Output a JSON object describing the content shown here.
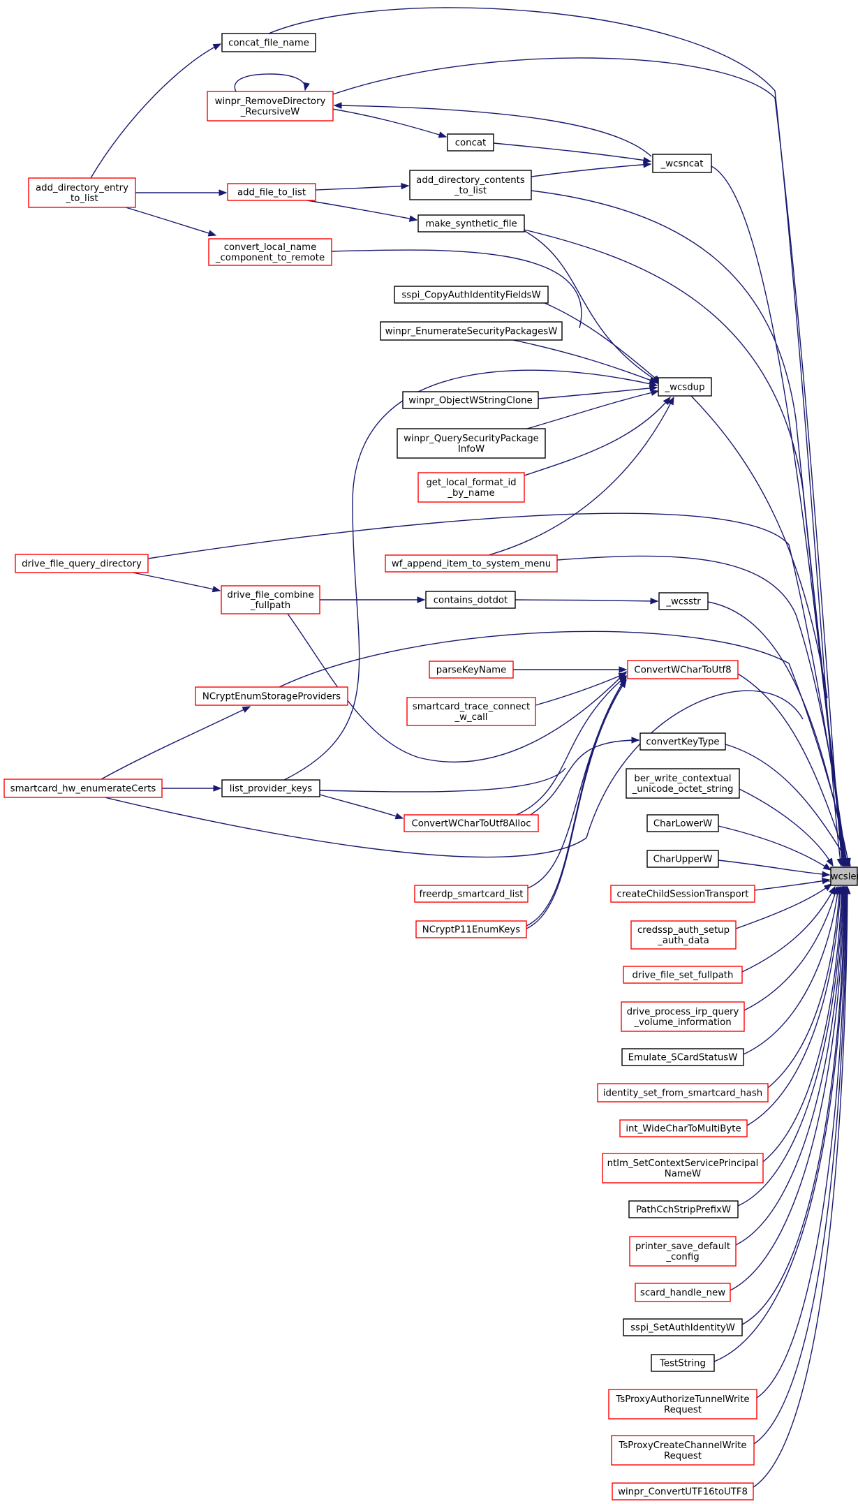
{
  "nodes": [
    {
      "id": "concat_file_name",
      "lines": [
        "concat_file_name"
      ],
      "color": "black"
    },
    {
      "id": "winpr_RemoveDirectory_RecursiveW",
      "lines": [
        "winpr_RemoveDirectory",
        "_RecursiveW"
      ],
      "color": "red"
    },
    {
      "id": "concat",
      "lines": [
        "concat"
      ],
      "color": "black"
    },
    {
      "id": "_wcsncat",
      "lines": [
        "_wcsncat"
      ],
      "color": "black"
    },
    {
      "id": "add_directory_entry_to_list",
      "lines": [
        "add_directory_entry",
        "_to_list"
      ],
      "color": "red"
    },
    {
      "id": "add_file_to_list",
      "lines": [
        "add_file_to_list"
      ],
      "color": "red"
    },
    {
      "id": "add_directory_contents_to_list",
      "lines": [
        "add_directory_contents",
        "_to_list"
      ],
      "color": "black"
    },
    {
      "id": "make_synthetic_file",
      "lines": [
        "make_synthetic_file"
      ],
      "color": "black"
    },
    {
      "id": "convert_local_name_component_to_remote",
      "lines": [
        "convert_local_name",
        "_component_to_remote"
      ],
      "color": "red"
    },
    {
      "id": "sspi_CopyAuthIdentityFieldsW",
      "lines": [
        "sspi_CopyAuthIdentityFieldsW"
      ],
      "color": "black"
    },
    {
      "id": "winpr_EnumerateSecurityPackagesW",
      "lines": [
        "winpr_EnumerateSecurityPackagesW"
      ],
      "color": "black"
    },
    {
      "id": "_wcsdup",
      "lines": [
        "_wcsdup"
      ],
      "color": "black"
    },
    {
      "id": "winpr_ObjectWStringClone",
      "lines": [
        "winpr_ObjectWStringClone"
      ],
      "color": "black"
    },
    {
      "id": "winpr_QuerySecurityPackageInfoW",
      "lines": [
        "winpr_QuerySecurityPackage",
        "InfoW"
      ],
      "color": "black"
    },
    {
      "id": "get_local_format_id_by_name",
      "lines": [
        "get_local_format_id",
        "_by_name"
      ],
      "color": "red"
    },
    {
      "id": "drive_file_query_directory",
      "lines": [
        "drive_file_query_directory"
      ],
      "color": "red"
    },
    {
      "id": "wf_append_item_to_system_menu",
      "lines": [
        "wf_append_item_to_system_menu"
      ],
      "color": "red"
    },
    {
      "id": "drive_file_combine_fullpath",
      "lines": [
        "drive_file_combine",
        "_fullpath"
      ],
      "color": "red"
    },
    {
      "id": "contains_dotdot",
      "lines": [
        "contains_dotdot"
      ],
      "color": "black"
    },
    {
      "id": "_wcsstr",
      "lines": [
        "_wcsstr"
      ],
      "color": "black"
    },
    {
      "id": "parseKeyName",
      "lines": [
        "parseKeyName"
      ],
      "color": "red"
    },
    {
      "id": "ConvertWCharToUtf8",
      "lines": [
        "ConvertWCharToUtf8"
      ],
      "color": "red"
    },
    {
      "id": "NCryptEnumStorageProviders",
      "lines": [
        "NCryptEnumStorageProviders"
      ],
      "color": "red"
    },
    {
      "id": "smartcard_trace_connect_w_call",
      "lines": [
        "smartcard_trace_connect",
        "_w_call"
      ],
      "color": "red"
    },
    {
      "id": "convertKeyType",
      "lines": [
        "convertKeyType"
      ],
      "color": "black"
    },
    {
      "id": "smartcard_hw_enumerateCerts",
      "lines": [
        "smartcard_hw_enumerateCerts"
      ],
      "color": "red"
    },
    {
      "id": "list_provider_keys",
      "lines": [
        "list_provider_keys"
      ],
      "color": "black"
    },
    {
      "id": "ber_write_contextual_unicode_octet_string",
      "lines": [
        "ber_write_contextual",
        "_unicode_octet_string"
      ],
      "color": "black"
    },
    {
      "id": "ConvertWCharToUtf8Alloc",
      "lines": [
        "ConvertWCharToUtf8Alloc"
      ],
      "color": "red"
    },
    {
      "id": "CharLowerW",
      "lines": [
        "CharLowerW"
      ],
      "color": "black"
    },
    {
      "id": "CharUpperW",
      "lines": [
        "CharUpperW"
      ],
      "color": "black"
    },
    {
      "id": "_wcslen",
      "lines": [
        "_wcslen"
      ],
      "color": "target"
    },
    {
      "id": "createChildSessionTransport",
      "lines": [
        "createChildSessionTransport"
      ],
      "color": "red"
    },
    {
      "id": "freerdp_smartcard_list",
      "lines": [
        "freerdp_smartcard_list"
      ],
      "color": "red"
    },
    {
      "id": "NCryptP11EnumKeys",
      "lines": [
        "NCryptP11EnumKeys"
      ],
      "color": "red"
    },
    {
      "id": "credssp_auth_setup_auth_data",
      "lines": [
        "credssp_auth_setup",
        "_auth_data"
      ],
      "color": "red"
    },
    {
      "id": "drive_file_set_fullpath",
      "lines": [
        "drive_file_set_fullpath"
      ],
      "color": "red"
    },
    {
      "id": "drive_process_irp_query_volume_information",
      "lines": [
        "drive_process_irp_query",
        "_volume_information"
      ],
      "color": "red"
    },
    {
      "id": "Emulate_SCardStatusW",
      "lines": [
        "Emulate_SCardStatusW"
      ],
      "color": "black"
    },
    {
      "id": "identity_set_from_smartcard_hash",
      "lines": [
        "identity_set_from_smartcard_hash"
      ],
      "color": "red"
    },
    {
      "id": "int_WideCharToMultiByte",
      "lines": [
        "int_WideCharToMultiByte"
      ],
      "color": "red"
    },
    {
      "id": "ntlm_SetContextServicePrincipalNameW",
      "lines": [
        "ntlm_SetContextServicePrincipal",
        "NameW"
      ],
      "color": "red"
    },
    {
      "id": "PathCchStripPrefixW",
      "lines": [
        "PathCchStripPrefixW"
      ],
      "color": "black"
    },
    {
      "id": "printer_save_default_config",
      "lines": [
        "printer_save_default",
        "_config"
      ],
      "color": "red"
    },
    {
      "id": "scard_handle_new",
      "lines": [
        "scard_handle_new"
      ],
      "color": "red"
    },
    {
      "id": "sspi_SetAuthIdentityW",
      "lines": [
        "sspi_SetAuthIdentityW"
      ],
      "color": "black"
    },
    {
      "id": "TestString",
      "lines": [
        "TestString"
      ],
      "color": "black"
    },
    {
      "id": "TsProxyAuthorizeTunnelWriteRequest",
      "lines": [
        "TsProxyAuthorizeTunnelWrite",
        "Request"
      ],
      "color": "red"
    },
    {
      "id": "TsProxyCreateChannelWriteRequest",
      "lines": [
        "TsProxyCreateChannelWrite",
        "Request"
      ],
      "color": "red"
    },
    {
      "id": "winpr_ConvertUTF16toUTF8",
      "lines": [
        "winpr_ConvertUTF16toUTF8"
      ],
      "color": "red"
    }
  ],
  "edges": [
    {
      "from": "concat_file_name",
      "to": "_wcslen"
    },
    {
      "from": "winpr_RemoveDirectory_RecursiveW",
      "to": "winpr_RemoveDirectory_RecursiveW"
    },
    {
      "from": "winpr_RemoveDirectory_RecursiveW",
      "to": "concat"
    },
    {
      "from": "winpr_RemoveDirectory_RecursiveW",
      "to": "_wcslen"
    },
    {
      "from": "_wcsncat",
      "to": "winpr_RemoveDirectory_RecursiveW"
    },
    {
      "from": "concat",
      "to": "_wcsncat"
    },
    {
      "from": "add_directory_contents_to_list",
      "to": "_wcsncat"
    },
    {
      "from": "add_directory_entry_to_list",
      "to": "concat_file_name"
    },
    {
      "from": "add_directory_entry_to_list",
      "to": "add_file_to_list"
    },
    {
      "from": "add_directory_entry_to_list",
      "to": "convert_local_name_component_to_remote"
    },
    {
      "from": "add_file_to_list",
      "to": "add_directory_contents_to_list"
    },
    {
      "from": "add_file_to_list",
      "to": "make_synthetic_file"
    },
    {
      "from": "_wcsncat",
      "to": "_wcslen"
    },
    {
      "from": "add_directory_contents_to_list",
      "to": "_wcslen"
    },
    {
      "from": "make_synthetic_file",
      "to": "_wcslen"
    },
    {
      "from": "make_synthetic_file",
      "to": "_wcsdup"
    },
    {
      "from": "convert_local_name_component_to_remote",
      "to": "_wcsdup"
    },
    {
      "from": "sspi_CopyAuthIdentityFieldsW",
      "to": "_wcsdup"
    },
    {
      "from": "winpr_EnumerateSecurityPackagesW",
      "to": "_wcsdup"
    },
    {
      "from": "list_provider_keys",
      "to": "_wcsdup"
    },
    {
      "from": "winpr_ObjectWStringClone",
      "to": "_wcsdup"
    },
    {
      "from": "winpr_QuerySecurityPackageInfoW",
      "to": "_wcsdup"
    },
    {
      "from": "get_local_format_id_by_name",
      "to": "_wcsdup"
    },
    {
      "from": "wf_append_item_to_system_menu",
      "to": "_wcsdup"
    },
    {
      "from": "_wcsdup",
      "to": "_wcslen"
    },
    {
      "from": "drive_file_query_directory",
      "to": "_wcslen"
    },
    {
      "from": "drive_file_query_directory",
      "to": "drive_file_combine_fullpath"
    },
    {
      "from": "wf_append_item_to_system_menu",
      "to": "_wcslen"
    },
    {
      "from": "drive_file_combine_fullpath",
      "to": "contains_dotdot"
    },
    {
      "from": "contains_dotdot",
      "to": "_wcsstr"
    },
    {
      "from": "_wcsstr",
      "to": "_wcslen"
    },
    {
      "from": "drive_file_combine_fullpath",
      "to": "ConvertWCharToUtf8"
    },
    {
      "from": "parseKeyName",
      "to": "ConvertWCharToUtf8"
    },
    {
      "from": "smartcard_trace_connect_w_call",
      "to": "ConvertWCharToUtf8"
    },
    {
      "from": "ConvertWCharToUtf8",
      "to": "_wcslen"
    },
    {
      "from": "NCryptEnumStorageProviders",
      "to": "_wcslen"
    },
    {
      "from": "smartcard_hw_enumerateCerts",
      "to": "NCryptEnumStorageProviders"
    },
    {
      "from": "smartcard_hw_enumerateCerts",
      "to": "list_provider_keys"
    },
    {
      "from": "smartcard_hw_enumerateCerts",
      "to": "_wcslen"
    },
    {
      "from": "list_provider_keys",
      "to": "ConvertWCharToUtf8"
    },
    {
      "from": "list_provider_keys",
      "to": "ConvertWCharToUtf8Alloc"
    },
    {
      "from": "ConvertWCharToUtf8Alloc",
      "to": "ConvertWCharToUtf8"
    },
    {
      "from": "ConvertWCharToUtf8Alloc",
      "to": "convertKeyType"
    },
    {
      "from": "convertKeyType",
      "to": "_wcslen"
    },
    {
      "from": "freerdp_smartcard_list",
      "to": "ConvertWCharToUtf8"
    },
    {
      "from": "NCryptP11EnumKeys",
      "to": "ConvertWCharToUtf8"
    },
    {
      "from": "NCryptP11EnumKeys",
      "to": "ConvertWCharToUtf8"
    },
    {
      "from": "ber_write_contextual_unicode_octet_string",
      "to": "_wcslen"
    },
    {
      "from": "CharLowerW",
      "to": "_wcslen"
    },
    {
      "from": "CharUpperW",
      "to": "_wcslen"
    },
    {
      "from": "createChildSessionTransport",
      "to": "_wcslen"
    },
    {
      "from": "credssp_auth_setup_auth_data",
      "to": "_wcslen"
    },
    {
      "from": "drive_file_set_fullpath",
      "to": "_wcslen"
    },
    {
      "from": "drive_process_irp_query_volume_information",
      "to": "_wcslen"
    },
    {
      "from": "Emulate_SCardStatusW",
      "to": "_wcslen"
    },
    {
      "from": "identity_set_from_smartcard_hash",
      "to": "_wcslen"
    },
    {
      "from": "int_WideCharToMultiByte",
      "to": "_wcslen"
    },
    {
      "from": "ntlm_SetContextServicePrincipalNameW",
      "to": "_wcslen"
    },
    {
      "from": "PathCchStripPrefixW",
      "to": "_wcslen"
    },
    {
      "from": "printer_save_default_config",
      "to": "_wcslen"
    },
    {
      "from": "scard_handle_new",
      "to": "_wcslen"
    },
    {
      "from": "sspi_SetAuthIdentityW",
      "to": "_wcslen"
    },
    {
      "from": "TestString",
      "to": "_wcslen"
    },
    {
      "from": "TsProxyAuthorizeTunnelWriteRequest",
      "to": "_wcslen"
    },
    {
      "from": "TsProxyCreateChannelWriteRequest",
      "to": "_wcslen"
    },
    {
      "from": "winpr_ConvertUTF16toUTF8",
      "to": "_wcslen"
    }
  ],
  "colors": {
    "edge": "#191970",
    "border_default": "#000000",
    "border_truncated": "#ff0000",
    "target_fill": "#bfbfbf",
    "node_fill": "#ffffff"
  }
}
